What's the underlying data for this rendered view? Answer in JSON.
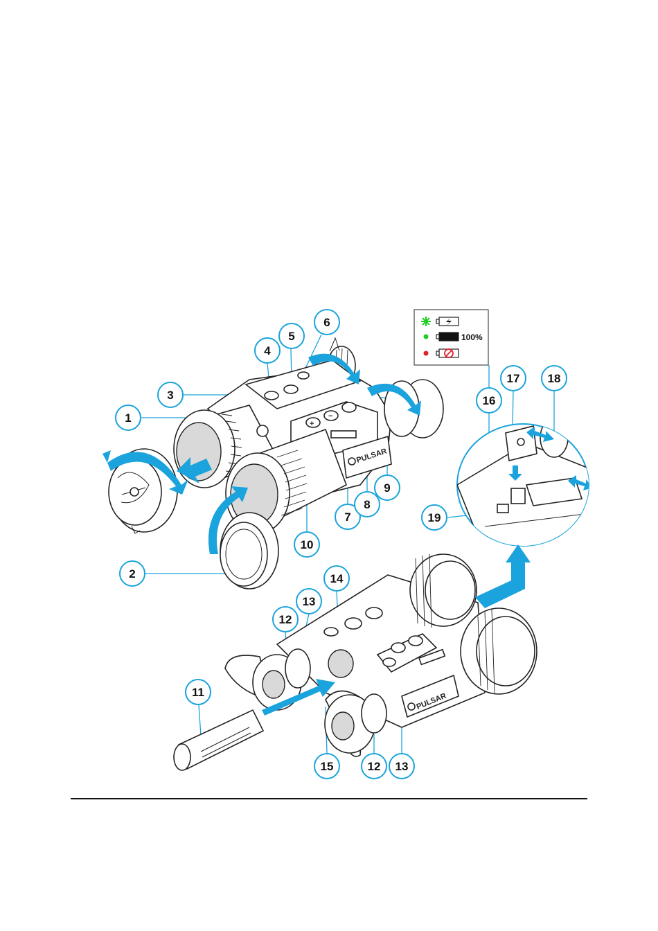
{
  "callouts": [
    {
      "id": "c1",
      "label": "1"
    },
    {
      "id": "c2",
      "label": "2"
    },
    {
      "id": "c3",
      "label": "3"
    },
    {
      "id": "c4",
      "label": "4"
    },
    {
      "id": "c5",
      "label": "5"
    },
    {
      "id": "c6",
      "label": "6"
    },
    {
      "id": "c7",
      "label": "7"
    },
    {
      "id": "c8",
      "label": "8"
    },
    {
      "id": "c9",
      "label": "9"
    },
    {
      "id": "c10",
      "label": "10"
    },
    {
      "id": "c11",
      "label": "11"
    },
    {
      "id": "c12a",
      "label": "12"
    },
    {
      "id": "c12b",
      "label": "12"
    },
    {
      "id": "c13a",
      "label": "13"
    },
    {
      "id": "c13b",
      "label": "13"
    },
    {
      "id": "c14",
      "label": "14"
    },
    {
      "id": "c15",
      "label": "15"
    },
    {
      "id": "c16",
      "label": "16"
    },
    {
      "id": "c17",
      "label": "17"
    },
    {
      "id": "c18",
      "label": "18"
    },
    {
      "id": "c19",
      "label": "19"
    }
  ],
  "legend": {
    "full_label": "100%",
    "colors": {
      "charging": "#22cc22",
      "full": "#22cc22",
      "error": "#e0202a"
    },
    "icons": [
      "charging-battery-icon",
      "full-battery-icon",
      "no-charge-battery-icon"
    ]
  },
  "brand": {
    "logo_text": "PULSAR"
  },
  "colors": {
    "accent": "#1aa3dc"
  }
}
